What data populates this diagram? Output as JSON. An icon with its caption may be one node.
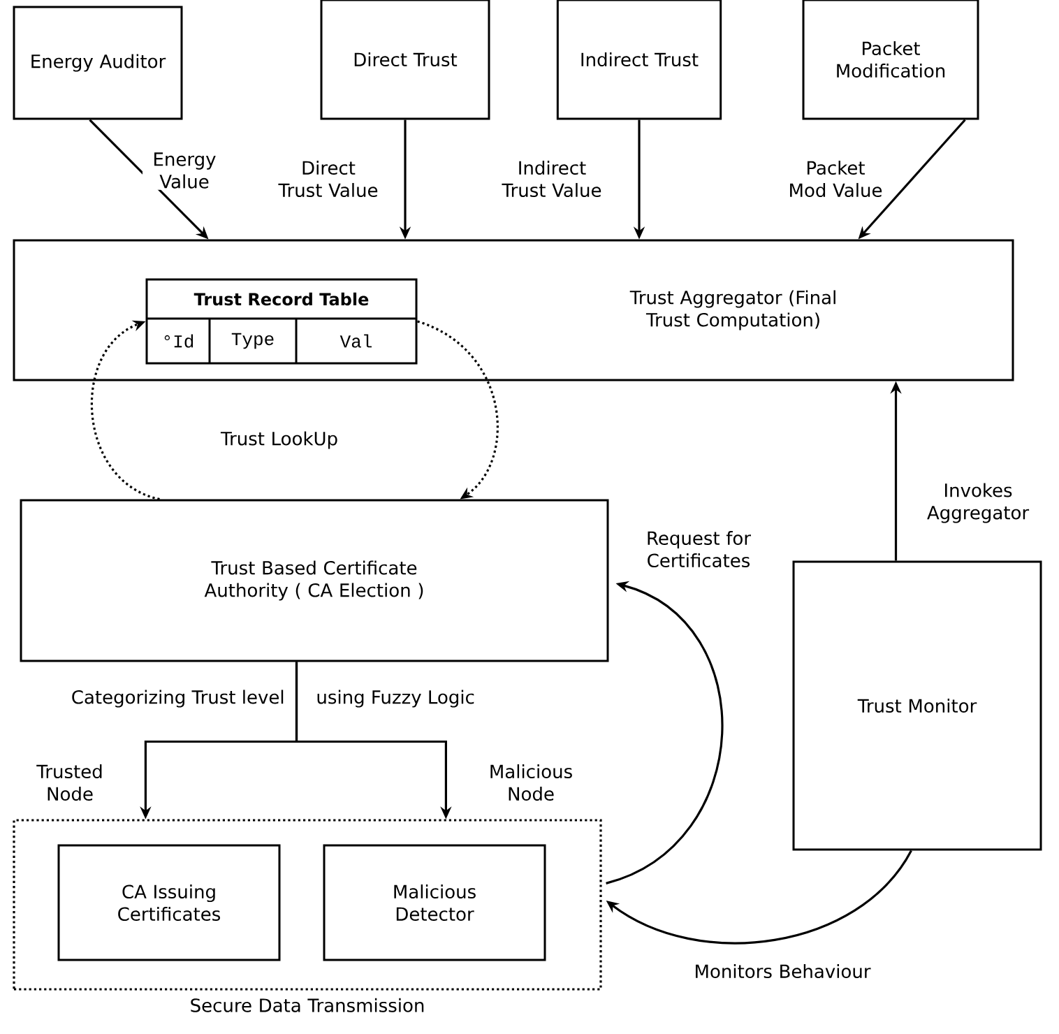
{
  "diagram": {
    "nodes": [
      {
        "text": [
          "Energy Auditor"
        ]
      },
      {
        "text": [
          "Direct Trust"
        ]
      },
      {
        "text": [
          "Indirect Trust"
        ]
      },
      {
        "text": [
          "Packet Modification"
        ]
      },
      {
        "text": [
          "Trust Aggregator (Final Trust Computation)"
        ]
      },
      {
        "text": [
          "Trust Record Table",
          "°Id",
          "Type",
          "Val"
        ],
        "in": 4
      },
      {
        "text": [
          "Trust Based Certificate Authority ( CA Election )"
        ]
      },
      {
        "text": [
          "Trust Monitor"
        ]
      },
      {
        "text": [
          "Secure Data Transmission"
        ]
      },
      {
        "text": [
          "CA Issuing Certificates"
        ],
        "in": 8
      },
      {
        "text": [
          "Malicious Detector"
        ],
        "in": 8
      }
    ],
    "edges": [
      {
        "from": 0,
        "to": 4,
        "arrow": "to",
        "label": "Energy Value"
      },
      {
        "from": 1,
        "to": 4,
        "arrow": "to",
        "label": "Direct Trust Value"
      },
      {
        "from": 2,
        "to": 4,
        "arrow": "to",
        "label": "Indirect Trust Value"
      },
      {
        "from": 3,
        "to": 4,
        "arrow": "to",
        "label": "Packet Mod Value"
      },
      {
        "from": 6,
        "to": 5,
        "arrow": "to",
        "style": "dashed",
        "label": "Trust LookUp"
      },
      {
        "from": 5,
        "to": 6,
        "arrow": "to",
        "style": "dashed"
      },
      {
        "from": 7,
        "to": 4,
        "arrow": "to",
        "label": "Invokes Aggregator"
      },
      {
        "from": 6,
        "to": 8,
        "arrow": "to",
        "label": "Trusted Node"
      },
      {
        "from": 6,
        "to": 8,
        "arrow": "to",
        "label": "Malicious Node"
      },
      {
        "from": 8,
        "to": 6,
        "arrow": "to",
        "label": "Request for Certificates"
      },
      {
        "from": 7,
        "to": 8,
        "arrow": "to",
        "label": "Monitors Behaviour"
      }
    ],
    "labels": [
      "Categorizing Trust level",
      "using Fuzzy Logic"
    ]
  }
}
